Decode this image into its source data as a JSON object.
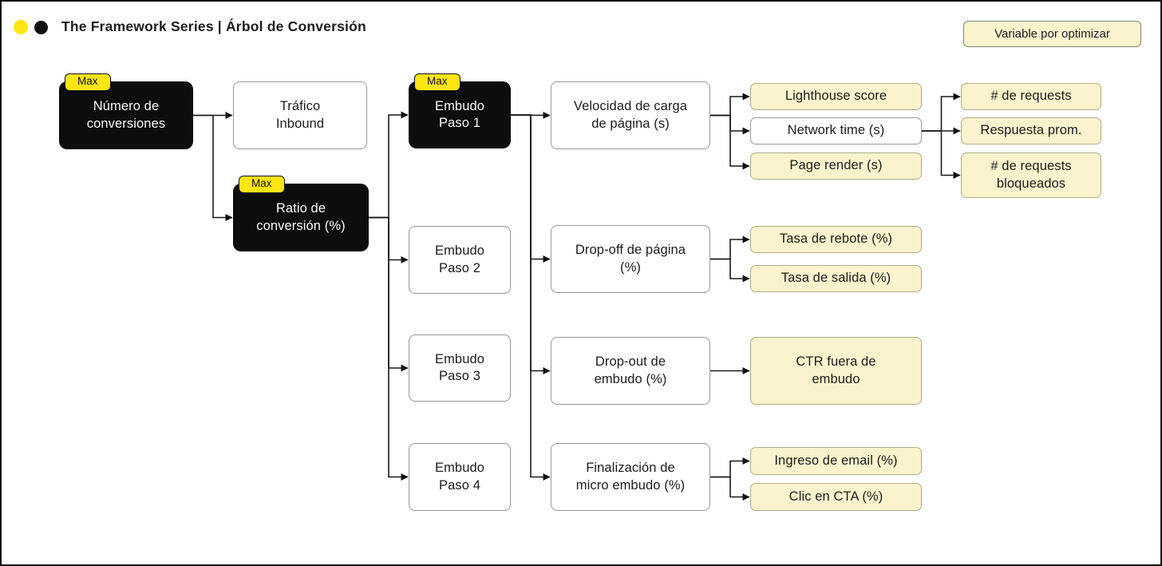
{
  "header": {
    "title": "The Framework Series | Árbol de Conversión"
  },
  "legend": {
    "label": "Variable por optimizar"
  },
  "tags": {
    "max": "Max"
  },
  "colors": {
    "accent_yellow": "#ffe512",
    "node_black": "#0d0d0d",
    "leaf_cream": "#faf3cd",
    "line_black": "#1a1a1a"
  },
  "nodes": {
    "numero_de_conversiones": {
      "label": "Número de\nconversiones",
      "tag": "Max",
      "kind": "maximize"
    },
    "trafico_inbound": {
      "label": "Tráfico\nInbound",
      "kind": "driver"
    },
    "ratio_de_conversion": {
      "label": "Ratio de\nconversión (%)",
      "tag": "Max",
      "kind": "maximize"
    },
    "embudo_paso_1": {
      "label": "Embudo\nPaso 1",
      "tag": "Max",
      "kind": "maximize"
    },
    "embudo_paso_2": {
      "label": "Embudo\nPaso 2",
      "kind": "driver"
    },
    "embudo_paso_3": {
      "label": "Embudo\nPaso 3",
      "kind": "driver"
    },
    "embudo_paso_4": {
      "label": "Embudo\nPaso 4",
      "kind": "driver"
    },
    "velocidad_carga": {
      "label": "Velocidad de carga\nde página (s)",
      "kind": "driver"
    },
    "drop_off_pagina": {
      "label": "Drop-off de página\n(%)",
      "kind": "driver"
    },
    "drop_out_embudo": {
      "label": "Drop-out de\nembudo (%)",
      "kind": "driver"
    },
    "finalizacion_micro_embudo": {
      "label": "Finalización de\nmicro embudo (%)",
      "kind": "driver"
    },
    "lighthouse_score": {
      "label": "Lighthouse score",
      "kind": "variable_por_optimizar"
    },
    "network_time": {
      "label": "Network time (s)",
      "kind": "driver"
    },
    "page_render": {
      "label": "Page render (s)",
      "kind": "variable_por_optimizar"
    },
    "num_requests": {
      "label": "# de requests",
      "kind": "variable_por_optimizar"
    },
    "respuesta_prom": {
      "label": "Respuesta prom.",
      "kind": "variable_por_optimizar"
    },
    "num_requests_bloqueados": {
      "label": "# de requests\nbloqueados",
      "kind": "variable_por_optimizar"
    },
    "tasa_rebote": {
      "label": "Tasa de rebote (%)",
      "kind": "variable_por_optimizar"
    },
    "tasa_salida": {
      "label": "Tasa de salida (%)",
      "kind": "variable_por_optimizar"
    },
    "ctr_fuera_embudo": {
      "label": "CTR fuera de\nembudo",
      "kind": "variable_por_optimizar"
    },
    "ingreso_email": {
      "label": "Ingreso de email (%)",
      "kind": "variable_por_optimizar"
    },
    "clic_cta": {
      "label": "Clic en CTA (%)",
      "kind": "variable_por_optimizar"
    }
  },
  "edges": [
    [
      "numero_de_conversiones",
      "trafico_inbound"
    ],
    [
      "numero_de_conversiones",
      "ratio_de_conversion"
    ],
    [
      "ratio_de_conversion",
      "embudo_paso_1"
    ],
    [
      "ratio_de_conversion",
      "embudo_paso_2"
    ],
    [
      "ratio_de_conversion",
      "embudo_paso_3"
    ],
    [
      "ratio_de_conversion",
      "embudo_paso_4"
    ],
    [
      "embudo_paso_1",
      "velocidad_carga"
    ],
    [
      "embudo_paso_1",
      "drop_off_pagina"
    ],
    [
      "embudo_paso_1",
      "drop_out_embudo"
    ],
    [
      "embudo_paso_1",
      "finalizacion_micro_embudo"
    ],
    [
      "velocidad_carga",
      "lighthouse_score"
    ],
    [
      "velocidad_carga",
      "network_time"
    ],
    [
      "velocidad_carga",
      "page_render"
    ],
    [
      "network_time",
      "num_requests"
    ],
    [
      "network_time",
      "respuesta_prom"
    ],
    [
      "network_time",
      "num_requests_bloqueados"
    ],
    [
      "drop_off_pagina",
      "tasa_rebote"
    ],
    [
      "drop_off_pagina",
      "tasa_salida"
    ],
    [
      "drop_out_embudo",
      "ctr_fuera_embudo"
    ],
    [
      "finalizacion_micro_embudo",
      "ingreso_email"
    ],
    [
      "finalizacion_micro_embudo",
      "clic_cta"
    ]
  ]
}
